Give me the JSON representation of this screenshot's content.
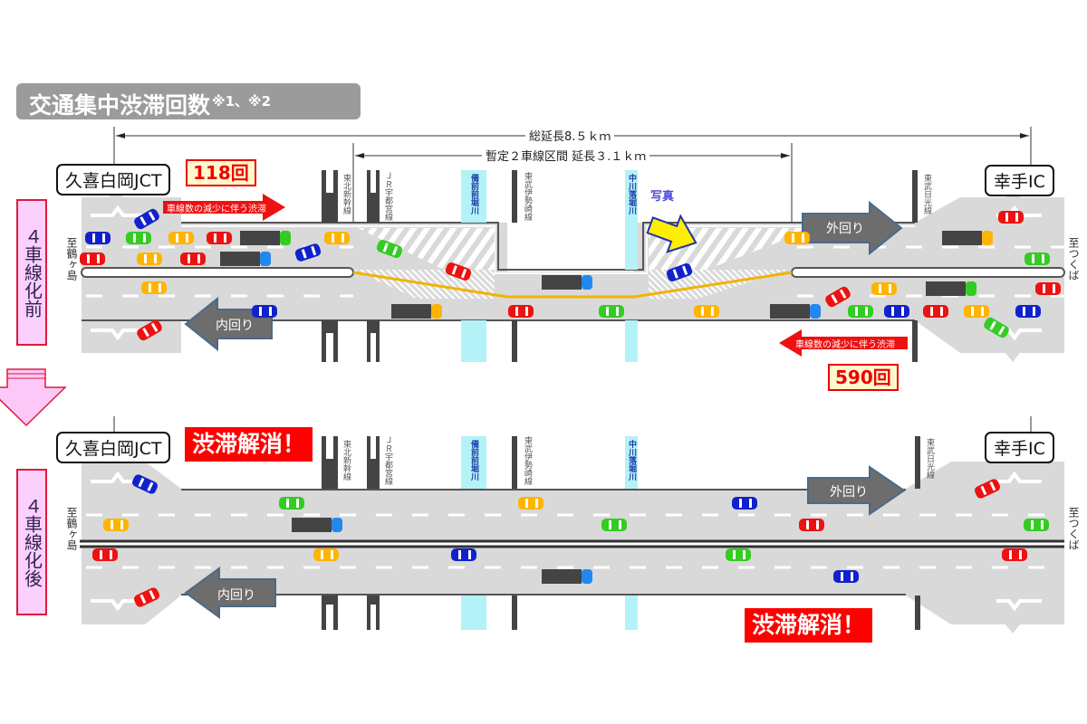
{
  "title": {
    "main": "交通集中渋滞回数",
    "note": "※1、※2"
  },
  "dimensions": {
    "total_length": "総延長8.５ｋｍ",
    "provisional_section": "暫定２車線区間 延長３.１ｋｍ"
  },
  "interchanges": {
    "west": "久喜白岡JCT",
    "east": "幸手IC"
  },
  "destinations": {
    "west": "至鶴ヶ島",
    "east": "至つくば"
  },
  "crossings": [
    {
      "name": "東北新幹線",
      "type": "rail"
    },
    {
      "name": "ＪＲ宇都宮線",
      "type": "rail"
    },
    {
      "name": "備前前堀川",
      "type": "river"
    },
    {
      "name": "東武伊勢崎線",
      "type": "rail"
    },
    {
      "name": "中川落堀川",
      "type": "river"
    },
    {
      "name": "東武日光線",
      "type": "rail"
    }
  ],
  "directions": {
    "outer": "外回り",
    "inner": "内回り"
  },
  "before": {
    "phase_label": "４車線化前",
    "congestion_arrow_label": "車線数の減少に伴う渋滞",
    "outer_count": "118回",
    "inner_count": "590回",
    "photo_label": "写真"
  },
  "after": {
    "phase_label": "４車線化後",
    "resolved_label": "渋滞解消！"
  },
  "colors": {
    "road": "#d9d9d9",
    "badge_red": "#ff0000",
    "count_bg": "#fffacd",
    "phase_bg": "#fcd0fc",
    "direction_arrow": "#6d6d6d",
    "median_line": "#f0b400",
    "river": "#b3f2f7",
    "title_bg": "#9b9b9b"
  }
}
